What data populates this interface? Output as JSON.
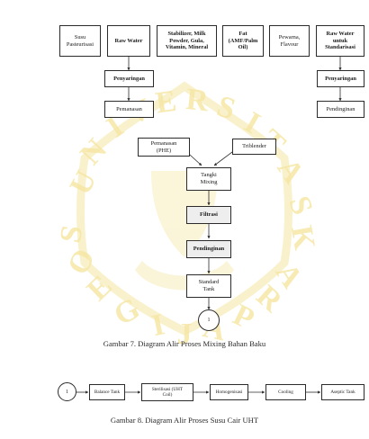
{
  "figure7": {
    "inputs": {
      "susu": "Susu\nPasteurisasi",
      "raw_water": "Raw Water",
      "stabilizer": "Stabilizer, Milk\nPowder, Gula,\nVitamin, Mineral",
      "fat": "Fat\n(AMF/Palm\nOil)",
      "pewarna": "Pewarna,\nFlavour",
      "raw_water_std": "Raw Water\nuntuk\nStandarisasi"
    },
    "left_branch": {
      "penyaringan": "Penyaringan",
      "pemanasan": "Pemanasan"
    },
    "right_branch": {
      "penyaringan": "Penyaringan",
      "pendinginan": "Pendinginan"
    },
    "pemanasan_phe": "Pemanasan\n(PHE)",
    "triblender": "Triblender",
    "tangki_mixing": "Tangki\nMixing",
    "filtrasi": "Filtrasi",
    "pendinginan_center": "Pendinginan",
    "standard_tank": "Standard\nTank",
    "connector": "1",
    "caption": "Gambar 7. Diagram Alir Proses Mixing Bahan Baku"
  },
  "figure8": {
    "connector": "1",
    "balance_tank": "Balance Tank",
    "sterilisasi": "Sterilisasi (UHT\nCoil)",
    "homogenisasi": "Homogenisasi",
    "cooling": "Cooling",
    "aseptic_tank": "Aseptic Tank",
    "caption": "Gambar 8. Diagram Alir Proses Susu Cair UHT"
  },
  "watermark": {
    "arc_top": "UNIVERSITAS KATOLIK",
    "arc_bottom": "SOEGIJAPRANATA",
    "color": "#f6e7a6"
  }
}
